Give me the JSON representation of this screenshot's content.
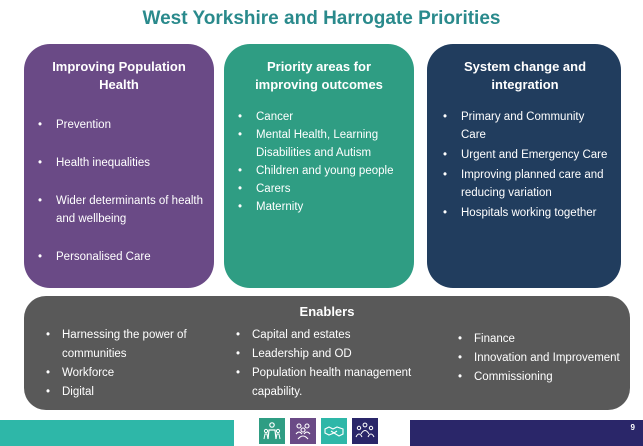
{
  "title": "West Yorkshire and Harrogate Priorities",
  "cards": [
    {
      "heading": "Improving Population Health",
      "color": "#6a4a86",
      "items": [
        "Prevention",
        "Health inequalities",
        "Wider determinants of health and wellbeing",
        "Personalised Care"
      ]
    },
    {
      "heading": "Priority areas for improving outcomes",
      "color": "#2f9d83",
      "items": [
        "Cancer",
        "Mental Health, Learning Disabilities and Autism",
        "Children and young people",
        "Carers",
        "Maternity"
      ]
    },
    {
      "heading": "System change and integration",
      "color": "#213d5e",
      "items": [
        "Primary and Community Care",
        "Urgent and Emergency Care",
        "Improving planned care and reducing variation",
        "Hospitals working together"
      ]
    }
  ],
  "enablers": {
    "heading": "Enablers",
    "color": "#595959",
    "columns": [
      [
        "Harnessing the power of communities",
        "Workforce",
        "Digital"
      ],
      [
        "Capital and estates",
        "Leadership and OD",
        "Population health management capability."
      ],
      [
        "Finance",
        "Innovation and Improvement",
        "Commissioning"
      ]
    ]
  },
  "footer": {
    "page_number": "9",
    "icons": [
      "family-icon",
      "group-icon",
      "handshake-icon",
      "community-icon"
    ]
  }
}
